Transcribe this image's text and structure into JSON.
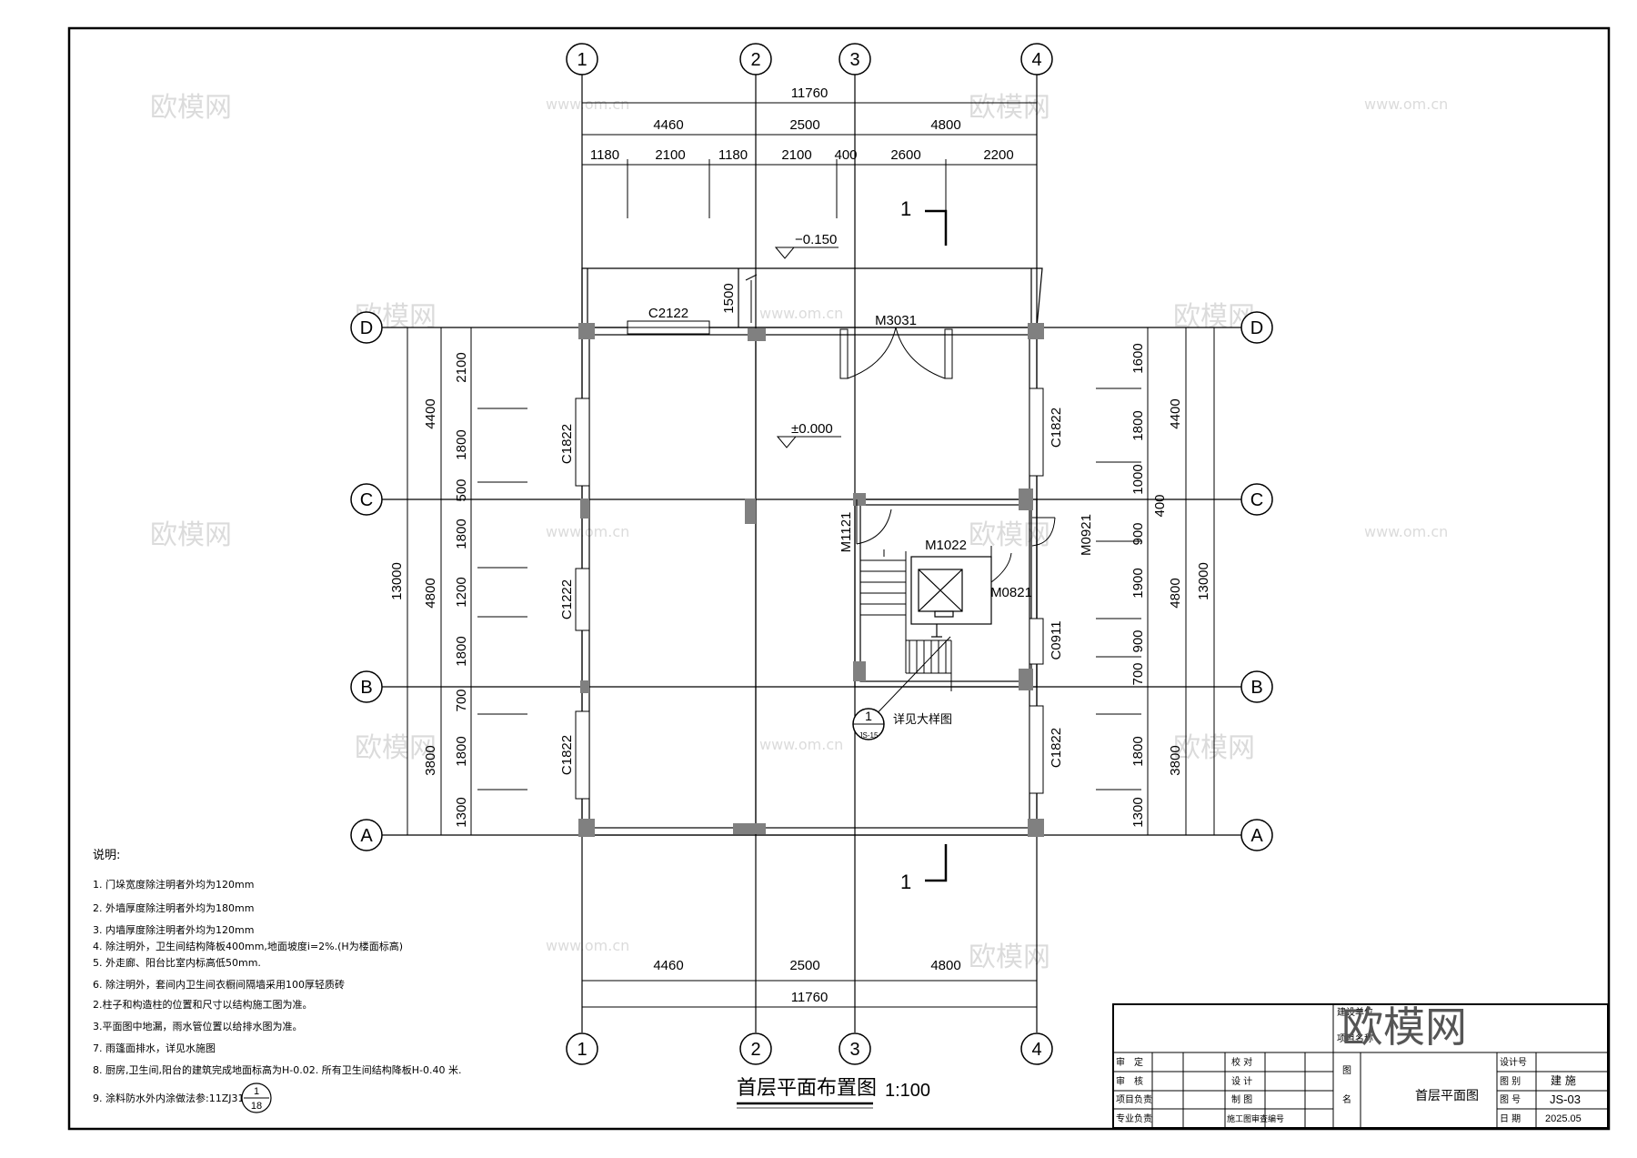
{
  "drawing": {
    "title": "首层平面布置图",
    "scale": "1:100",
    "section_marker": "1",
    "detail_ref": {
      "number": "1",
      "sheet": "JS-15",
      "text": "详见大样图"
    }
  },
  "axes": {
    "columns": [
      "1",
      "2",
      "3",
      "4"
    ],
    "rows": [
      "D",
      "C",
      "B",
      "A"
    ]
  },
  "dimensions": {
    "top_total": "11760",
    "top_mid": [
      "4460",
      "2500",
      "4800"
    ],
    "top_detail": [
      "1180",
      "2100",
      "1180",
      "2100",
      "400",
      "2600",
      "2200"
    ],
    "bottom_mid": [
      "4460",
      "2500",
      "4800"
    ],
    "bottom_total": "11760",
    "left_total": "13000",
    "left_mid": [
      "4400",
      "4800",
      "3800"
    ],
    "left_detail": [
      "2100",
      "1800",
      "500",
      "1800",
      "1200",
      "1800",
      "700",
      "1800",
      "1300"
    ],
    "right_total": "13000",
    "right_mid": [
      "4400",
      "4800",
      "3800"
    ],
    "right_detail": [
      "1600",
      "1800",
      "1000",
      "400",
      "900",
      "1900",
      "900",
      "700",
      "1800",
      "1300"
    ],
    "canopy": "1500"
  },
  "labels": {
    "windows": [
      "C2122",
      "C1822",
      "C1222",
      "C1822",
      "C1822",
      "C0911",
      "C1822"
    ],
    "doors": [
      "M3031",
      "M1121",
      "M1022",
      "M0921",
      "M0821"
    ],
    "elev_outside": "−0.150",
    "elev_inside": "±0.000"
  },
  "notes": {
    "heading": "说明:",
    "items": [
      "1. 门垛宽度除注明者外均为120mm",
      "2. 外墙厚度除注明者外均为180mm",
      "3. 内墙厚度除注明者外均为120mm",
      "4. 除注明外，卫生间结构降板400mm,地面坡度i=2%.(H为楼面标高)",
      "5. 外走廊、阳台比室内标高低50mm.",
      "6. 除注明外，套间内卫生间衣橱间隔墙采用100厚轻质砖",
      "2.柱子和构造柱的位置和尺寸以结构施工图为准。",
      "3.平面图中地漏，雨水管位置以给排水图为准。",
      "7. 雨篷面排水，详见水施图",
      "8. 厨房,卫生间,阳台的建筑完成地面标高为H-0.02. 所有卫生间结构降板H-0.40 米.",
      "9. 涂料防水外内涂做法参:11ZJ311"
    ],
    "ref_top": "1",
    "ref_bottom": "18"
  },
  "title_block": {
    "unit_label": "建设单位",
    "project_label": "项目名称",
    "left_rows": [
      [
        "审　定",
        "校 对"
      ],
      [
        "审　核",
        "设 计"
      ],
      [
        "项目负责",
        "制 图"
      ],
      [
        "专业负责",
        "施工图审查编号"
      ]
    ],
    "tu": "图",
    "ming": "名",
    "sheet_name": "首层平面图",
    "design_no_label": "设计号",
    "category_label": "图 别",
    "category_value": "建 施",
    "number_label": "图 号",
    "number_value": "JS-03",
    "date_label": "日 期",
    "date_value": "2025.05"
  },
  "watermark": {
    "brand": "欧模网",
    "url": "www.om.cn"
  }
}
